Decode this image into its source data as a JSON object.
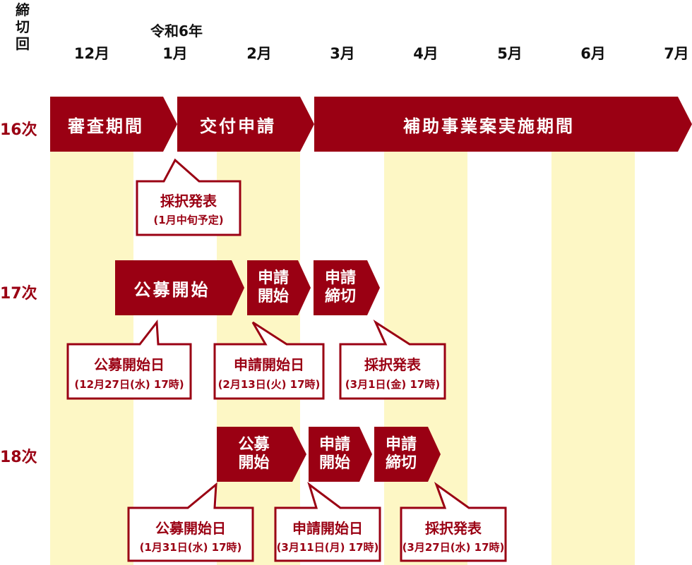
{
  "header": {
    "deadline_label": [
      "締",
      "切",
      "回"
    ],
    "era": "令和6年",
    "months": [
      "12月",
      "1月",
      "2月",
      "3月",
      "4月",
      "5月",
      "6月",
      "7月"
    ]
  },
  "rows": {
    "r16": {
      "label": "16次"
    },
    "r17": {
      "label": "17次"
    },
    "r18": {
      "label": "18次"
    }
  },
  "phases": {
    "r16_review": "審査期間",
    "r16_grant": "交付申請",
    "r16_impl": "補助事業案実施期間",
    "r17_recruit": "公募開始",
    "r17_apply_l1": "申請",
    "r17_apply_l2": "開始",
    "r17_close_l1": "申請",
    "r17_close_l2": "締切",
    "r18_recruit_l1": "公募",
    "r18_recruit_l2": "開始",
    "r18_apply_l1": "申請",
    "r18_apply_l2": "開始",
    "r18_close_l1": "申請",
    "r18_close_l2": "締切"
  },
  "callouts": {
    "r16_adopt": {
      "title": "採択発表",
      "detail": "(1月中旬予定)"
    },
    "r17_recruit": {
      "title": "公募開始日",
      "detail": "(12月27日(水) 17時)"
    },
    "r17_apply": {
      "title": "申請開始日",
      "detail": "(2月13日(火) 17時)"
    },
    "r17_adopt": {
      "title": "採択発表",
      "detail": "(3月1日(金) 17時)"
    },
    "r18_recruit": {
      "title": "公募開始日",
      "detail": "(1月31日(水) 17時)"
    },
    "r18_apply": {
      "title": "申請開始日",
      "detail": "(3月11日(月) 17時)"
    },
    "r18_adopt": {
      "title": "採択発表",
      "detail": "(3月27日(水) 17時)"
    }
  },
  "colors": {
    "accent": "#9a0013",
    "band": "#fdf7c5",
    "text": "#111111"
  }
}
